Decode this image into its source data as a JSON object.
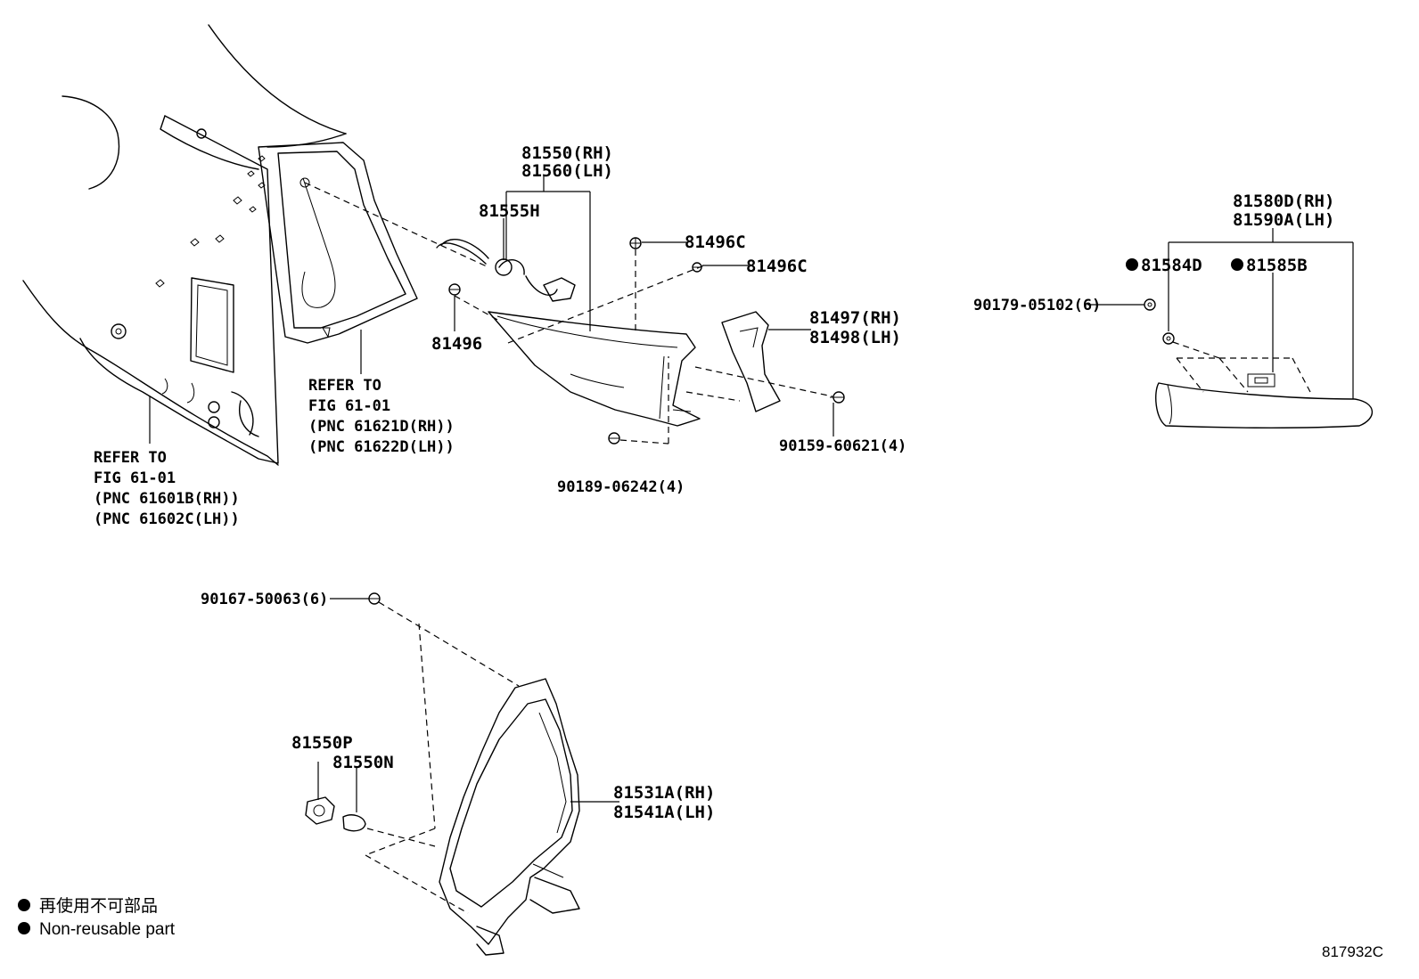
{
  "labels": {
    "p81550": "81550(RH)",
    "p81560": "81560(LH)",
    "p81555h": "81555H",
    "p81496c_a": "81496C",
    "p81496c_b": "81496C",
    "p81496": "81496",
    "p81497": "81497(RH)",
    "p81498": "81498(LH)",
    "p90159": "90159-60621(4)",
    "p90189": "90189-06242(4)",
    "p81580d": "81580D(RH)",
    "p81590a": "81590A(LH)",
    "p81584d": "81584D",
    "p81585b": "81585B",
    "p90179": "90179-05102(6)",
    "p90167": "90167-50063(6)",
    "p81550p": "81550P",
    "p81550n": "81550N",
    "p81531a": "81531A(RH)",
    "p81541a": "81541A(LH)"
  },
  "refer_blocks": {
    "upper": [
      "REFER TO",
      "FIG 61-01",
      "(PNC 61621D(RH))",
      "(PNC 61622D(LH))"
    ],
    "lower": [
      "REFER TO",
      "FIG 61-01",
      "(PNC 61601B(RH))",
      "(PNC 61602C(LH))"
    ]
  },
  "legend": {
    "japanese": "再使用不可部品",
    "english": "Non-reusable part"
  },
  "diagram_code": "817932C"
}
